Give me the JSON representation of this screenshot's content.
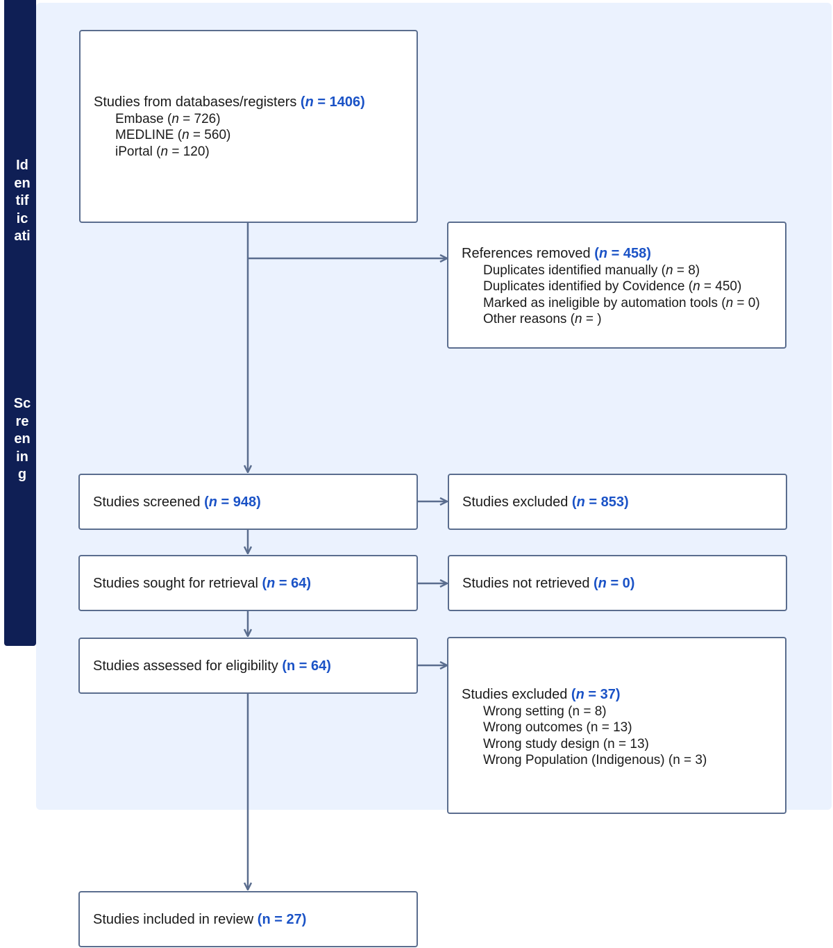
{
  "stages": {
    "identification": "Id\nen\ntif\nic\nati",
    "screening": "Sc\nre\nen\nin\ng"
  },
  "boxes": {
    "databases": {
      "label": "Studies from databases/registers ",
      "count": "(n = 1406)",
      "items": [
        {
          "label": "Embase (",
          "n": "n",
          "rest": " = 726)"
        },
        {
          "label": "MEDLINE (",
          "n": "n",
          "rest": " = 560)"
        },
        {
          "label": "iPortal (",
          "n": "n",
          "rest": " = 120)"
        }
      ]
    },
    "removed": {
      "label": "References removed ",
      "count": "(n = 458)",
      "items": [
        {
          "label": "Duplicates identified manually (",
          "n": "n",
          "rest": " = 8)"
        },
        {
          "label": "Duplicates identified by Covidence (",
          "n": "n",
          "rest": " = 450)"
        },
        {
          "label": "Marked as ineligible by automation tools (",
          "n": "n",
          "rest": " = 0)"
        },
        {
          "label": "Other reasons (",
          "n": "n",
          "rest": " = )"
        }
      ]
    },
    "screened": {
      "label": "Studies screened ",
      "count": "(n = 948)"
    },
    "excluded_screen": {
      "label": "Studies excluded ",
      "count": "(n = 853)"
    },
    "sought": {
      "label": "Studies sought for retrieval ",
      "count": "(n = 64)"
    },
    "not_retrieved": {
      "label": "Studies not retrieved ",
      "count": "(n = 0)"
    },
    "assessed": {
      "label": "Studies assessed for eligibility ",
      "count": "(n = 64)"
    },
    "excluded_full": {
      "label": "Studies excluded ",
      "count": "(n = 37)",
      "items": [
        "Wrong setting (n = 8)",
        "Wrong outcomes (n = 13)",
        "Wrong study design (n = 13)",
        "Wrong Population (Indigenous) (n = 3)"
      ]
    },
    "included": {
      "label": "Studies included in review ",
      "count": "(n = 27)"
    }
  },
  "colors": {
    "panel": "#ebf2fe",
    "sidebar": "#0f1f55",
    "border": "#5a6d8e",
    "count": "#1a52c6"
  }
}
